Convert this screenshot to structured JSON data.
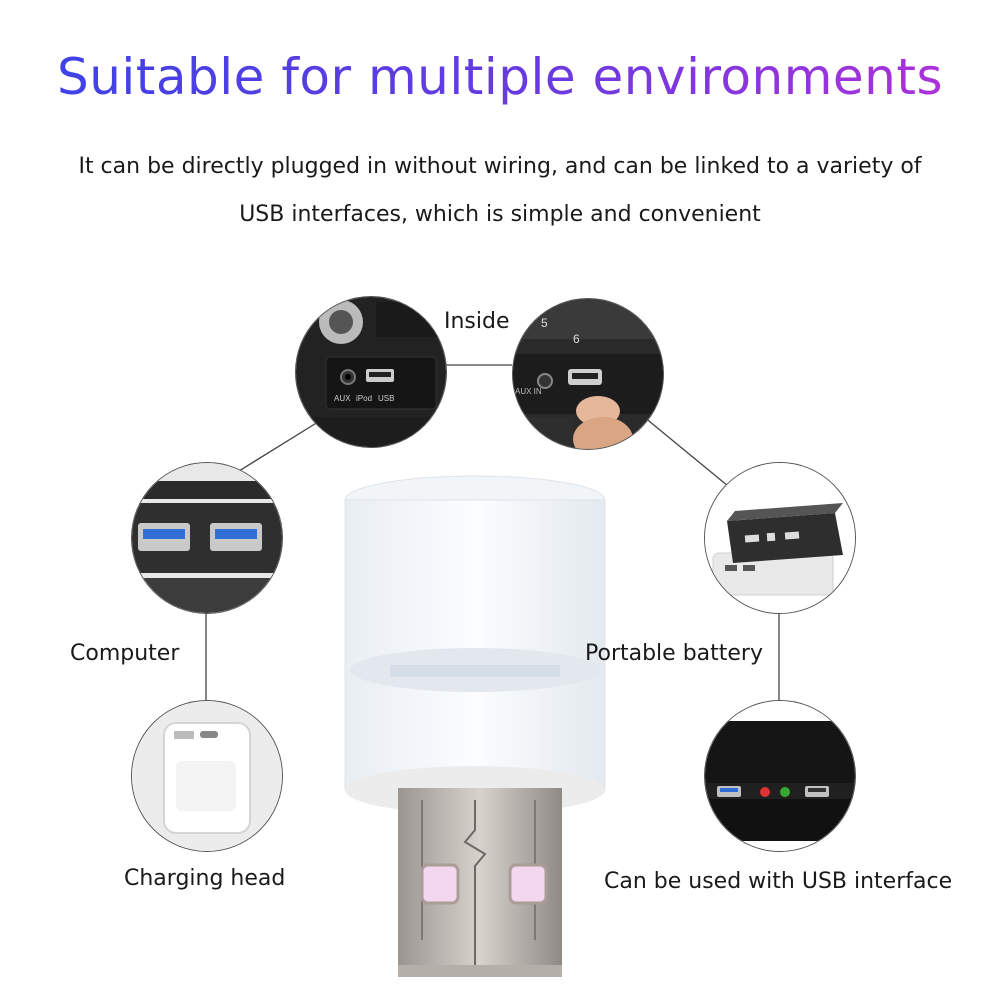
{
  "header": {
    "title": "Suitable for multiple environments",
    "subtitle_line1": "It can be directly plugged in without wiring, and can be linked to a variety of",
    "subtitle_line2": "USB interfaces, which is simple and convenient"
  },
  "labels": {
    "inside": "Inside",
    "computer": "Computer",
    "portable_battery": "Portable battery",
    "charging_head": "Charging head",
    "usb_interface": "Can be used with USB interface"
  },
  "car_panel": {
    "aux": "AUX",
    "ipod": "iPod",
    "usb": "USB",
    "aux_in": "AUX IN",
    "button_5": "5",
    "button_6": "6"
  },
  "colors": {
    "title_gradient_start": "#3a43e6",
    "title_gradient_end": "#b530d8",
    "usb3_port_blue": "#2f6fd6",
    "led_glow_pink": "#f3d7ef"
  }
}
